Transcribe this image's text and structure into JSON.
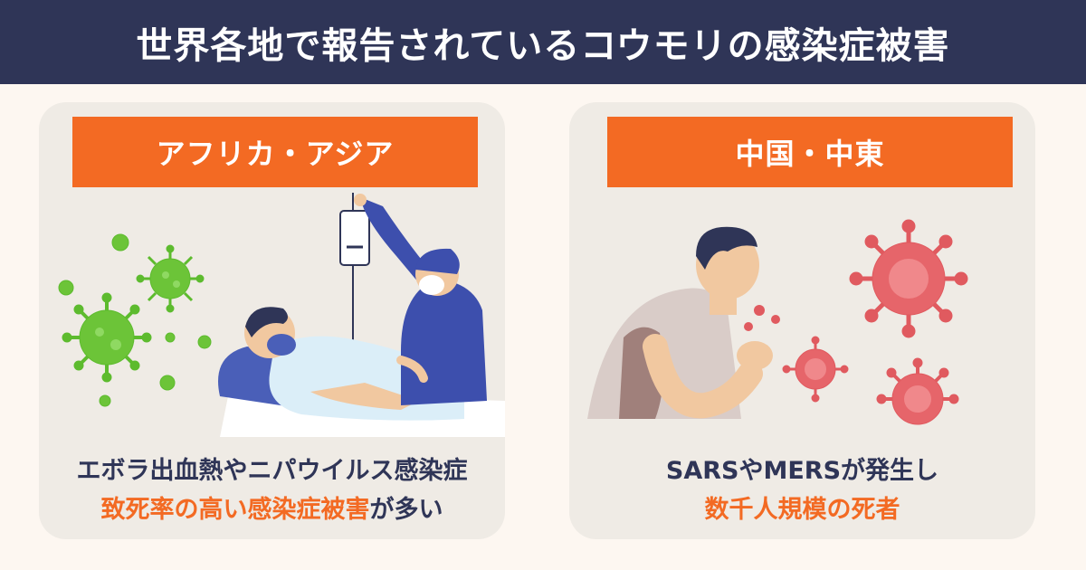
{
  "header": {
    "title": "世界各地で報告されているコウモリの感染症被害"
  },
  "cards": [
    {
      "region": "アフリカ・アジア",
      "line1": "エボラ出血熱やニパウイルス感染症",
      "line2_highlight": "致死率の高い感染症被害",
      "line2_rest": "が多い",
      "virus_color": "#5dbb2e"
    },
    {
      "region": "中国・中東",
      "line1": "SARSやMERSが発生し",
      "line2_highlight": "数千人規模の死者",
      "line2_rest": "",
      "virus_color": "#e05a5f"
    }
  ],
  "colors": {
    "header_bg": "#2f3557",
    "accent": "#f36a23",
    "card_bg": "#efebe5",
    "page_bg": "#fdf7f1"
  }
}
